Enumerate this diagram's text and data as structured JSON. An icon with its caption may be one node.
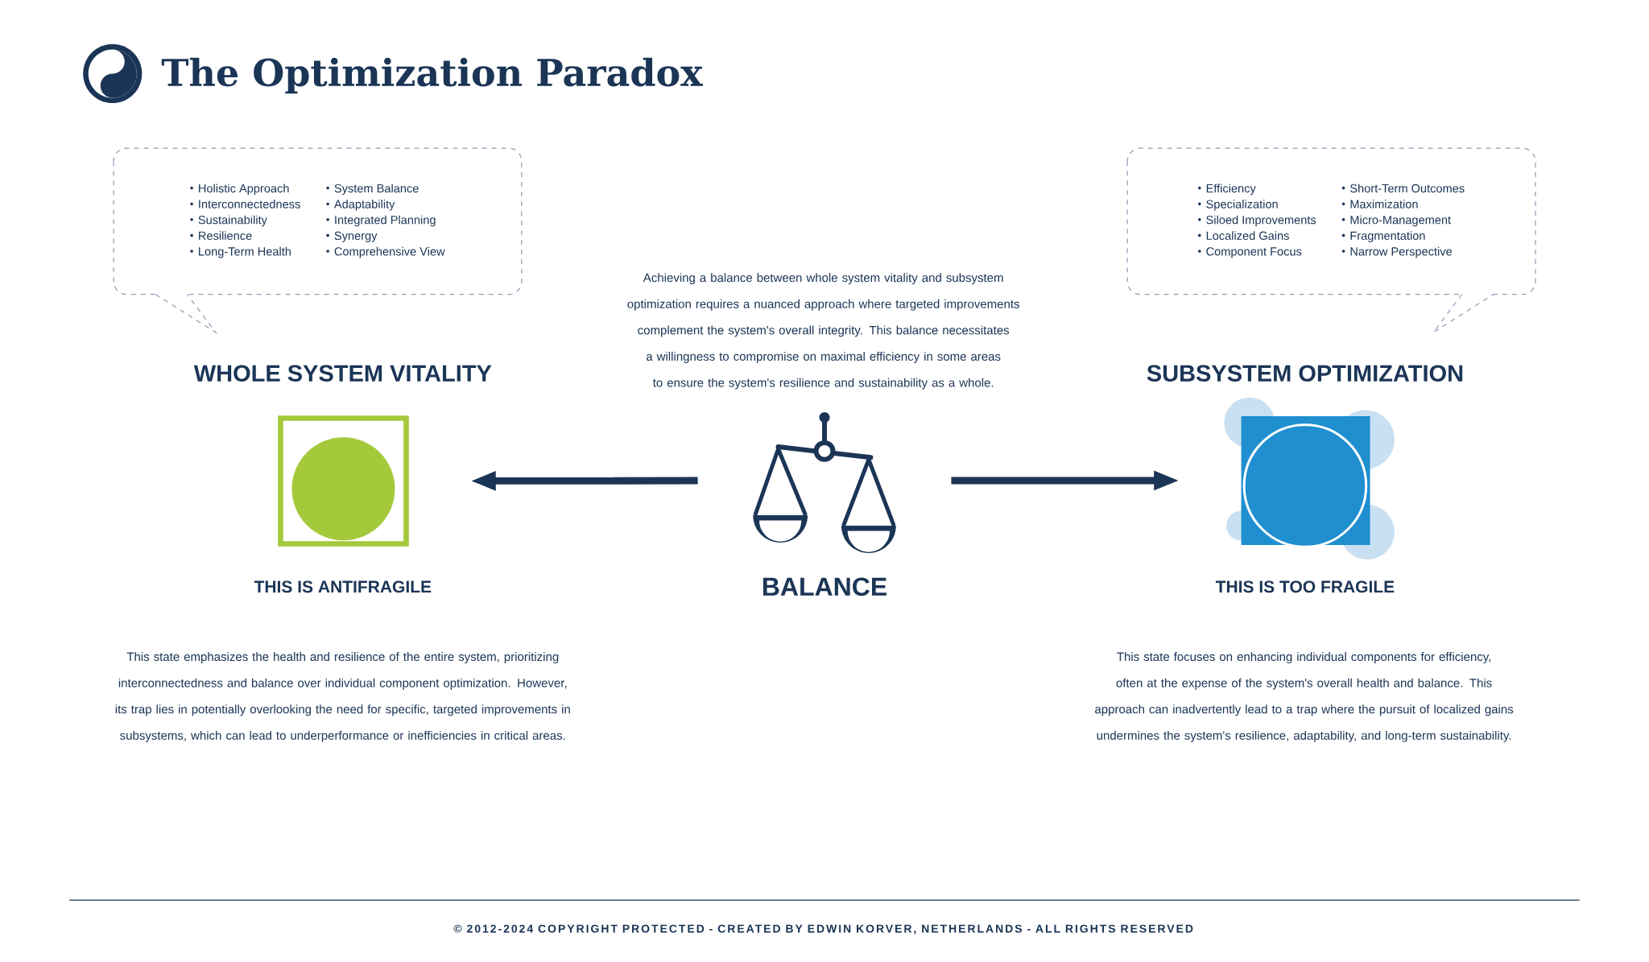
{
  "diagram": {
    "title": "The Optimization Paradox",
    "nodes": [
      {
        "text": [
          "Holistic Approach",
          "Interconnectedness",
          "Sustainability",
          "Resilience",
          "Long-Term Health",
          "System Balance",
          "Adaptability",
          "Integrated Planning",
          "Synergy",
          "Comprehensive View"
        ]
      },
      {
        "text": [
          "Efficiency",
          "Specialization",
          "Siloed Improvements",
          "Localized Gains",
          "Component Focus",
          "Short-Term Outcomes",
          "Maximization",
          "Micro-Management",
          "Fragmentation",
          "Narrow Perspective"
        ]
      },
      {
        "text": [],
        "shape": "picture",
        "beside": [
          "WHOLE SYSTEM VITALITY",
          "THIS IS ANTIFRAGILE"
        ]
      },
      {
        "text": [],
        "shape": "picture",
        "beside": [
          "BALANCE"
        ]
      },
      {
        "text": [],
        "shape": "picture",
        "beside": [
          "SUBSYSTEM OPTIMIZATION",
          "THIS IS TOO FRAGILE"
        ]
      }
    ],
    "edges": [
      {
        "from": 3,
        "to": 2,
        "arrow": "to"
      },
      {
        "from": 3,
        "to": 4,
        "arrow": "to"
      }
    ],
    "labels": [
      "Achieving a balance between whole system vitality and subsystem optimization requires a nuanced approach where targeted improvements complement the system's overall integrity. This balance necessitates a willingness to compromise on maximal efficiency in some areas to ensure the system's resilience and sustainability as a whole.",
      "This state emphasizes the health and resilience of the entire system, prioritizing interconnectedness and balance over individual component optimization. However, its trap lies in potentially overlooking the need for specific, targeted improvements in subsystems, which can lead to underperformance or inefficiencies in critical areas.",
      "This state focuses on enhancing individual components for efficiency, often at the expense of the system's overall health and balance. This approach can inadvertently lead to a trap where the pursuit of localized gains undermines the system's resilience, adaptability, and long-term sustainability.",
      "© 2012-2024 COPYRIGHT PROTECTED - CREATED BY EDWIN KORVER, NETHERLANDS - ALL RIGHTS RESERVED"
    ]
  }
}
